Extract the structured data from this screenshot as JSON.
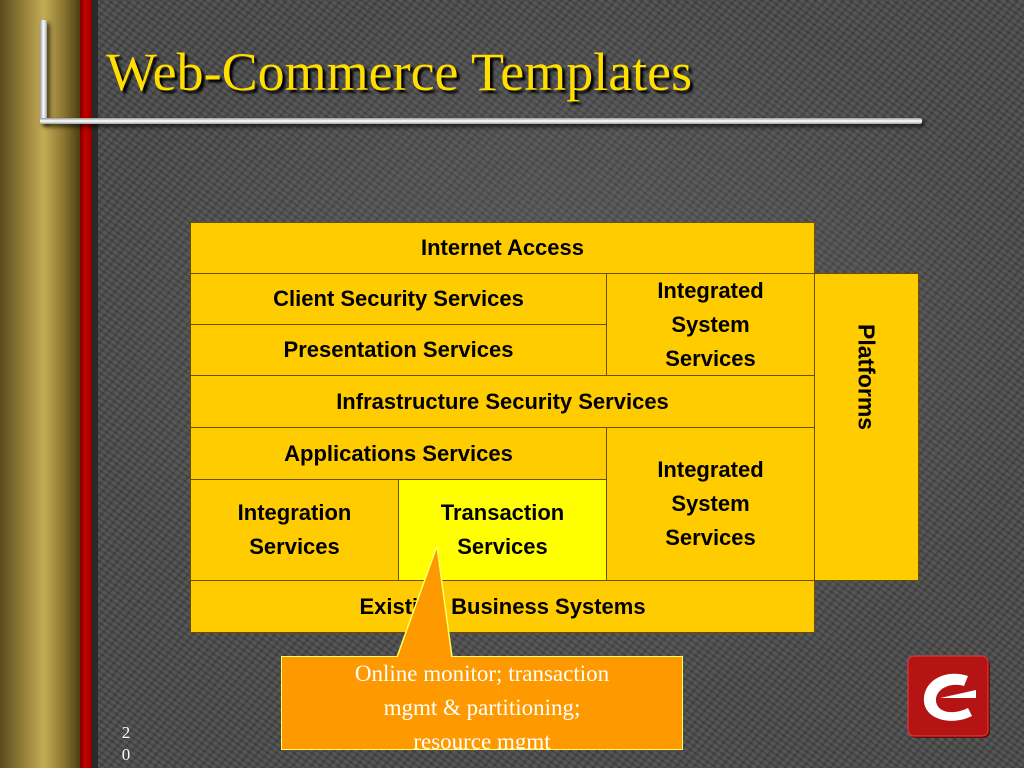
{
  "slide": {
    "title": "Web-Commerce Templates",
    "page_number": "20"
  },
  "diagram": {
    "internet_access": "Internet Access",
    "client_security": "Client Security Services",
    "integrated_system_top": "Integrated System Services",
    "presentation": "Presentation Services",
    "infrastructure_security": "Infrastructure Security Services",
    "applications": "Applications Services",
    "integrated_system_bottom": "Integrated System Services",
    "integration": "Integration Services",
    "transaction": "Transaction Services",
    "existing_business": "Existing Business Systems",
    "platforms": "Platforms"
  },
  "callout": {
    "lines": [
      "Online monitor; transaction",
      "mgmt & partitioning;",
      "resource mgmt"
    ]
  },
  "colors": {
    "title": "#ffde00",
    "cell": "#ffcc00",
    "cell_highlight": "#ffff00",
    "callout": "#ff9900",
    "accent_red": "#c80000"
  },
  "icons": {
    "logo": "red-c-logo-icon"
  }
}
